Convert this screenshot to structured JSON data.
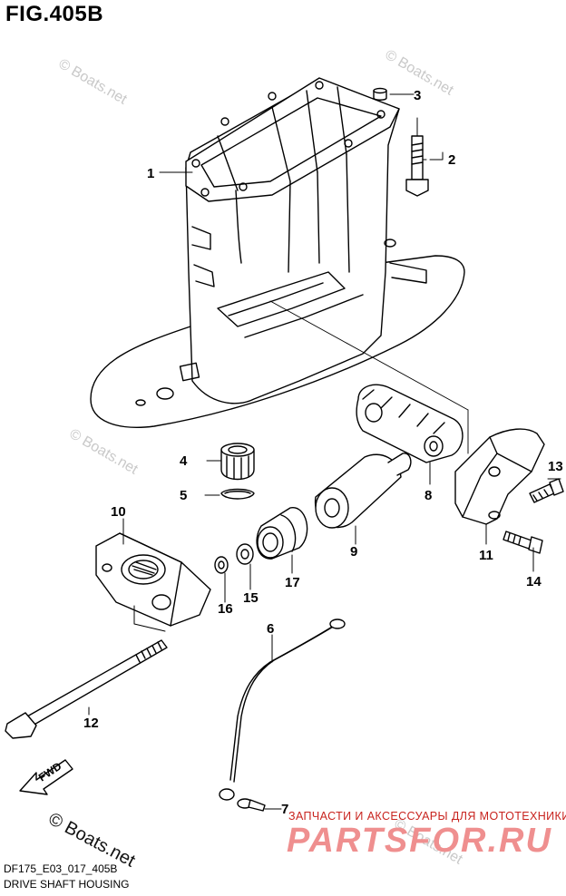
{
  "figure": {
    "title": "FIG.405B",
    "code": "DF175_E03_017_405B",
    "name": "DRIVE SHAFT HOUSING"
  },
  "callouts": [
    "1",
    "2",
    "3",
    "4",
    "5",
    "6",
    "7",
    "8",
    "9",
    "10",
    "11",
    "12",
    "13",
    "14",
    "15",
    "16",
    "17"
  ],
  "direction_label": "FWD",
  "watermarks": {
    "main": "© Boats.net",
    "faint": "© Boats.net"
  },
  "dealer": {
    "tagline": "ЗАПЧАСТИ И АКСЕССУАРЫ ДЛЯ МОТОТЕХНИКИ",
    "logo": "PARTSFOR.RU",
    "color": "#c8231e"
  }
}
